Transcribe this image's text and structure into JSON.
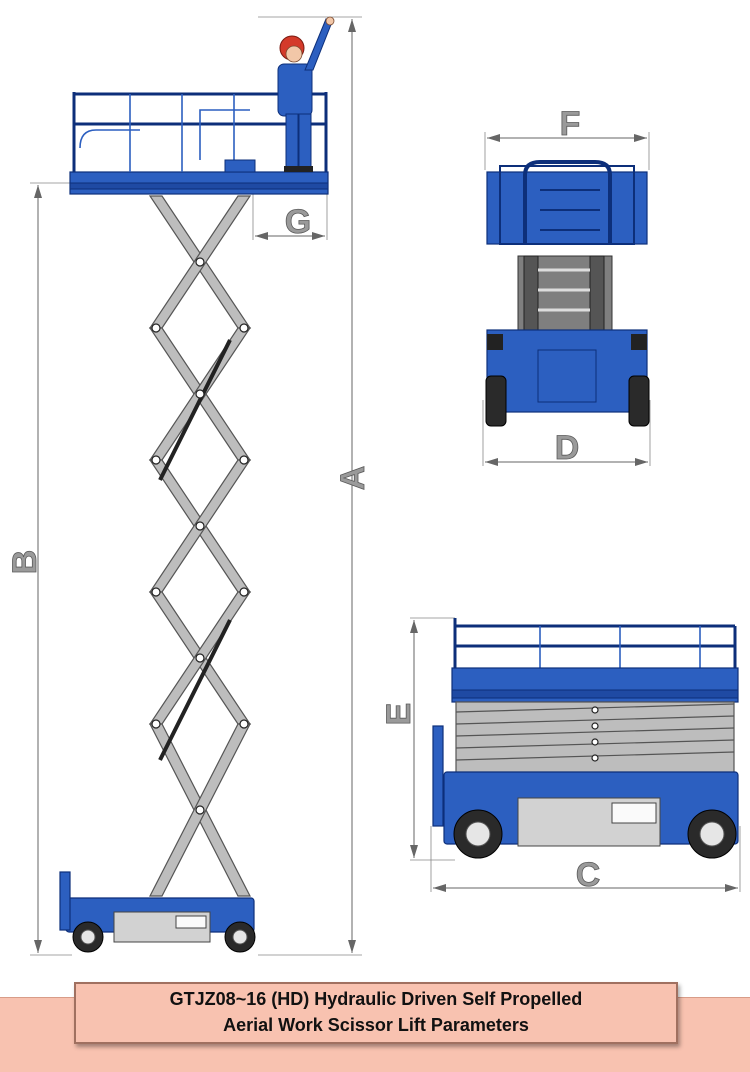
{
  "dimension_labels": {
    "A": "A",
    "B": "B",
    "C": "C",
    "D": "D",
    "E": "E",
    "F": "F",
    "G": "G"
  },
  "views": {
    "side_extended": "extended side view with operator",
    "front_extended": "front view",
    "side_stowed": "stowed side view"
  },
  "colors": {
    "machine_blue": "#2c5fc0",
    "scissor_gray": "#bdbdbd",
    "footer_salmon": "#f8c2b0"
  },
  "caption": {
    "line1": "GTJZ08~16 (HD) Hydraulic Driven Self Propelled",
    "line2": "Aerial Work Scissor Lift Parameters"
  }
}
